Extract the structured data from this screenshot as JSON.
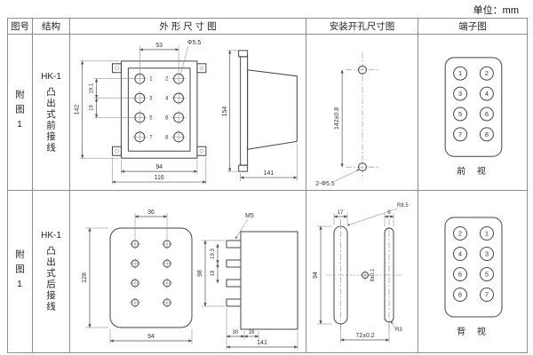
{
  "unit_label": "单位：mm",
  "headers": {
    "fig_no": "图号",
    "structure": "结构",
    "outline": "外 形 尺 寸 图",
    "install": "安装开孔尺寸图",
    "terminal": "端子图"
  },
  "row1": {
    "fig_no": "附图1",
    "model": "HK-1",
    "structure_label": "凸出式前接线",
    "outline": {
      "top_width": "53",
      "screw_dia": "Φ5.5",
      "height": "142",
      "pitch1": "19.1",
      "pitch2": "19",
      "inner_width": "94",
      "outer_width": "116",
      "side_height": "154",
      "depth": "141",
      "screw_numbers": [
        "1",
        "2",
        "3",
        "4",
        "5",
        "6",
        "7",
        "8"
      ]
    },
    "install": {
      "hole_distance": "142±0.8",
      "hole_spec": "2-Φ5.5"
    },
    "terminal": {
      "numbers": [
        "1",
        "2",
        "3",
        "4",
        "5",
        "6",
        "7",
        "8"
      ],
      "view_label": "前 视"
    }
  },
  "row2": {
    "fig_no": "附图1",
    "model": "HK-1",
    "structure_label": "凸出式后接线",
    "outline": {
      "top_width": "36",
      "height": "128",
      "bottom_width": "94",
      "thread": "M5",
      "stud_span": "98",
      "pitch1": "19.3",
      "pitch2": "19",
      "depth1": "30",
      "depth2": "16",
      "depth_total": "141"
    },
    "install": {
      "slot_width_left": "17",
      "slot_width_right": "6",
      "radius_left": "R8.5",
      "slot_height": "94",
      "center_hole": "8±0.1",
      "hole_distance": "72±0.2",
      "radius_right": "R3"
    },
    "terminal": {
      "numbers": [
        "2",
        "1",
        "4",
        "3",
        "6",
        "5",
        "8",
        "7"
      ],
      "view_label": "背 视"
    }
  }
}
